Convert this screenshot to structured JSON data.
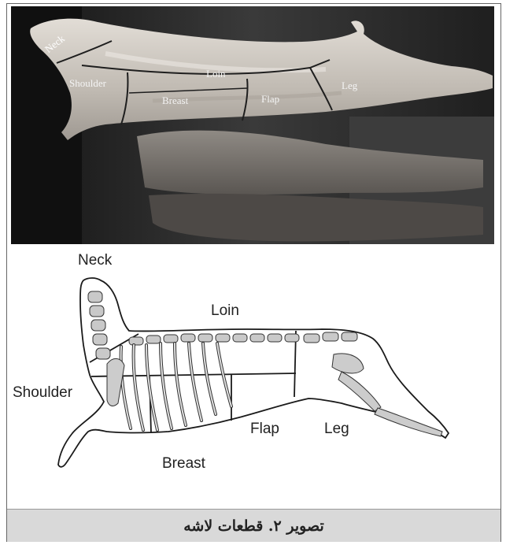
{
  "photo": {
    "labels": {
      "neck": "Neck",
      "shoulder": "Shoulder",
      "loin": "Loin",
      "breast": "Breast",
      "flap": "Flap",
      "leg": "Leg"
    }
  },
  "diagram": {
    "labels": {
      "neck": "Neck",
      "loin": "Loin",
      "shoulder": "Shoulder",
      "flap": "Flap",
      "leg": "Leg",
      "breast": "Breast"
    }
  },
  "caption": "تصویر ۲. قطعات لاشه",
  "colors": {
    "photo_bg": "#2b2b2b",
    "carcass": "#cfcac4",
    "bone": "#c9c9c9",
    "caption_bg": "#d9d9d9"
  }
}
